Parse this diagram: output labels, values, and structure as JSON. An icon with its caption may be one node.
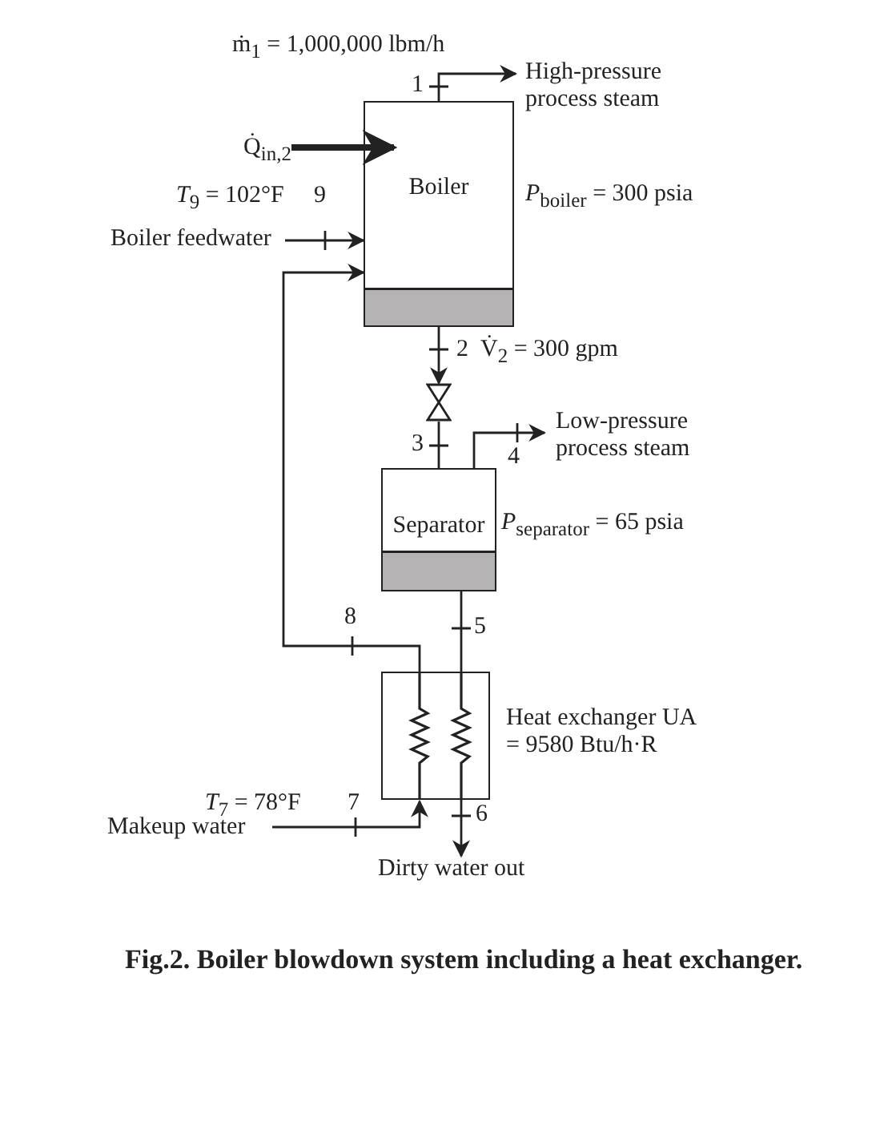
{
  "diagram": {
    "caption": "Fig.2. Boiler blowdown system including a heat exchanger.",
    "nodes": [
      {
        "text": [
          "Boiler"
        ],
        "beside": [
          "*P*$_{boiler}$ = 300 psia"
        ]
      },
      {
        "text": [
          "Separator"
        ],
        "beside": [
          "*P*$_{separator}$ = 65 psia"
        ]
      },
      {
        "text": [],
        "shape": "box",
        "beside": [
          "Heat exchanger UA = 9580 Btu/h·R"
        ]
      },
      {
        "text": [
          "High-pressure process steam"
        ]
      },
      {
        "text": [
          "Low-pressure process steam"
        ]
      },
      {
        "text": [
          "Boiler feedwater"
        ]
      },
      {
        "text": [
          "Makeup water"
        ]
      },
      {
        "text": [
          "Dirty water out"
        ]
      },
      {
        "text": [],
        "shape": "valve"
      }
    ],
    "edges": [
      {
        "from": 0,
        "to": 3,
        "arrow": "to",
        "label": "1"
      },
      {
        "from": 0,
        "to": 8,
        "arrow": "to",
        "label": "2"
      },
      {
        "from": 8,
        "to": 1,
        "arrow": "none",
        "label": "3"
      },
      {
        "from": 1,
        "to": 4,
        "arrow": "to",
        "label": "4"
      },
      {
        "from": 1,
        "to": 2,
        "arrow": "none",
        "label": "5"
      },
      {
        "from": 2,
        "to": 7,
        "arrow": "to",
        "label": "6"
      },
      {
        "from": 6,
        "to": 2,
        "arrow": "to",
        "label": "7"
      },
      {
        "from": 2,
        "to": 0,
        "arrow": "to",
        "label": "8"
      },
      {
        "from": 5,
        "to": 0,
        "arrow": "to",
        "label": "9"
      },
      {
        "from": null,
        "to": 0,
        "arrow": "to",
        "label": "Q̇$_{in,2}$",
        "style": "thick"
      }
    ],
    "labels": [
      "ṁ$_{1}$ = 1,000,000 lbm/h",
      "*T*$_{9}$ = 102°F",
      "V̇$_{2}$ = 300 gpm",
      "*T*$_{7}$ = 78°F"
    ]
  }
}
